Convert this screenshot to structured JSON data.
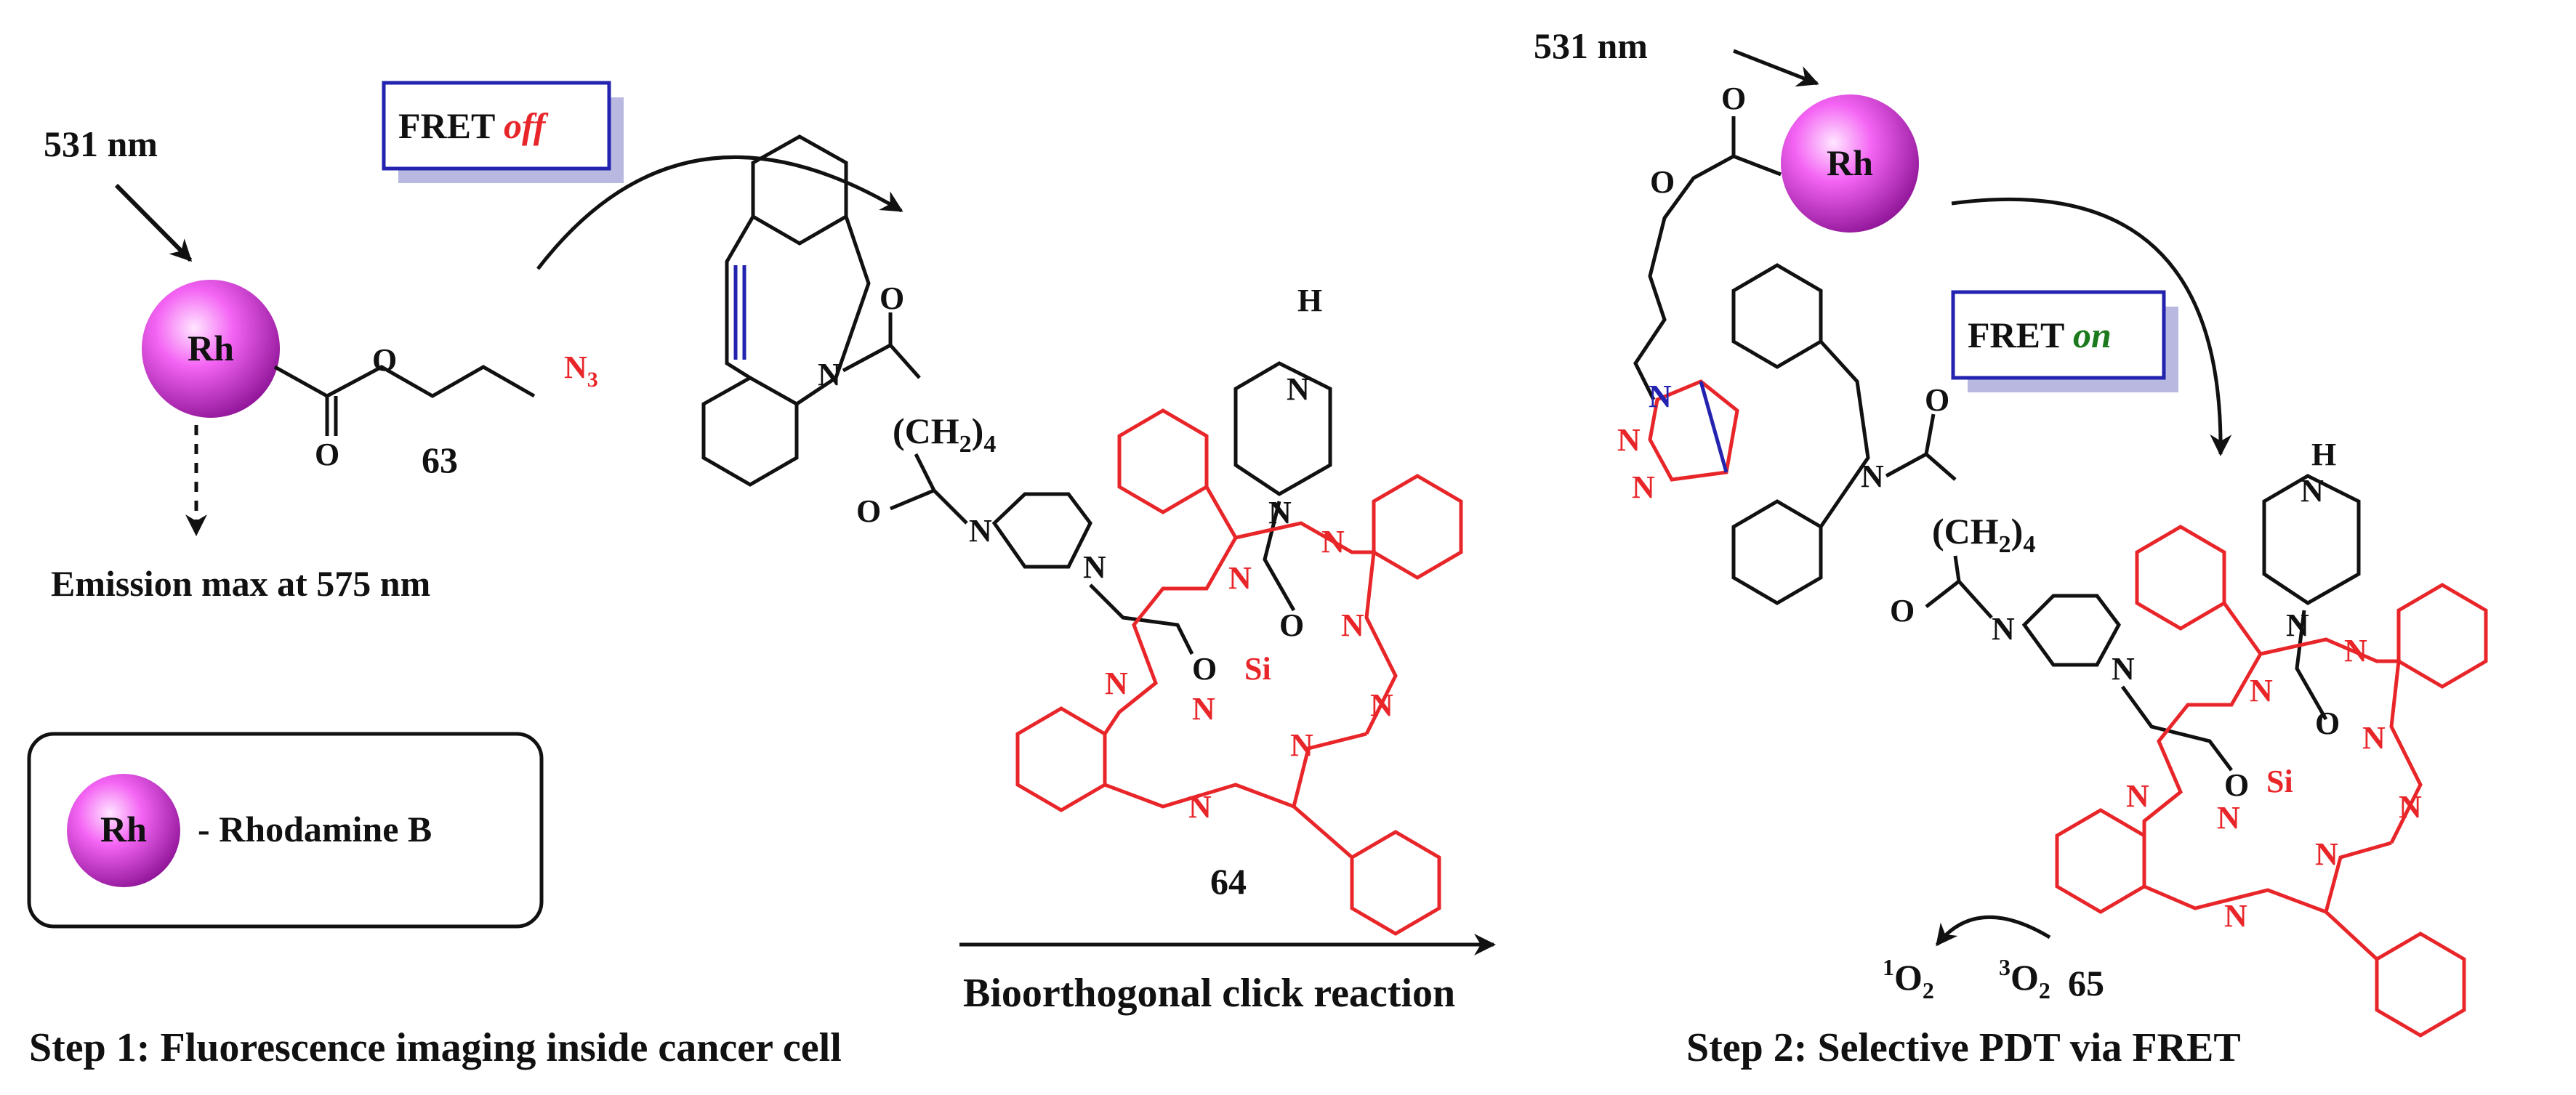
{
  "colors": {
    "ink": "#111111",
    "red": "#e8262a",
    "blue": "#2323b0",
    "green": "#1c7a1c",
    "sphere_center": "#ffd0ff",
    "sphere_mid": "#f04cf0",
    "sphere_edge": "#9c1aa8",
    "box_shadow": "#b8b8e0"
  },
  "left": {
    "excitation": "531 nm",
    "rh_label": "Rh",
    "azide_label": "N",
    "azide_subscript": "3",
    "compound_number": "63",
    "emission": "Emission max at 575 nm",
    "fret_off": {
      "prefix": "FRET ",
      "state": "off"
    },
    "legend": {
      "symbol": "Rh",
      "text": "- Rhodamine B"
    }
  },
  "middle": {
    "chain_label": "(CH",
    "chain_sub": "2",
    "chain_close": ")",
    "chain_count": "4",
    "compound_number": "64",
    "reaction_arrow_label": "Bioorthogonal click reaction"
  },
  "right": {
    "excitation": "531 nm",
    "rh_label": "Rh",
    "fret_on": {
      "prefix": "FRET ",
      "state": "on"
    },
    "singlet": {
      "sup": "1",
      "base": "O",
      "sub": "2"
    },
    "triplet": {
      "sup": "3",
      "base": "O",
      "sub": "2"
    },
    "compound_number": "65"
  },
  "captions": {
    "step1": "Step 1: Fluorescence imaging inside cancer cell",
    "step2": "Step 2: Selective PDT via FRET"
  },
  "atoms": {
    "O": "O",
    "N": "N",
    "H": "H",
    "Si": "Si"
  }
}
